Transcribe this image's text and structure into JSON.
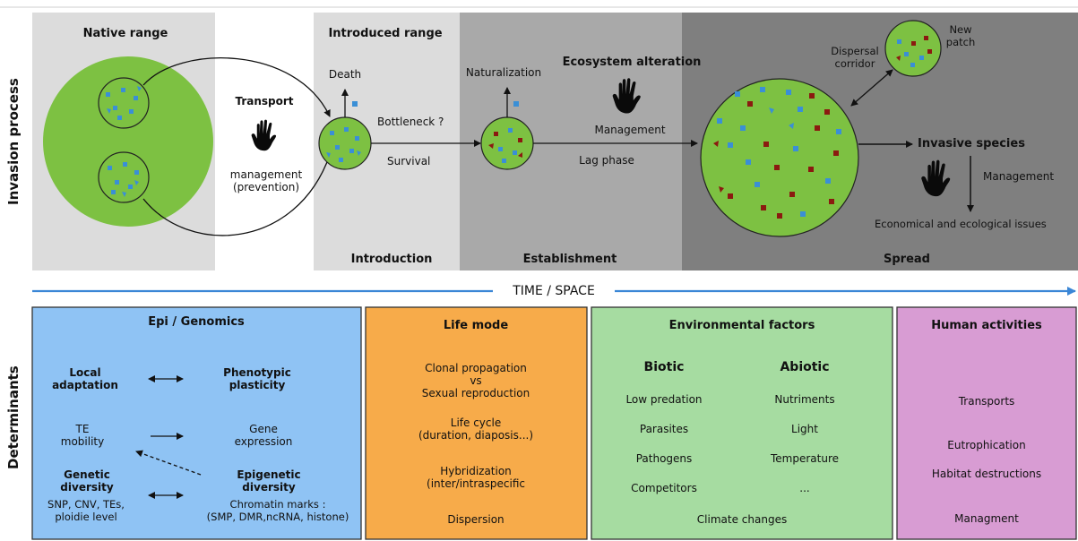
{
  "process": {
    "label": "Invasion process",
    "native_range": "Native range",
    "introduced_range": "Introduced range",
    "transport": "Transport",
    "transport_management": "management\n(prevention)",
    "death": "Death",
    "bottleneck": "Bottleneck ?",
    "survival": "Survival",
    "naturalization": "Naturalization",
    "ecosystem_alteration": "Ecosystem alteration",
    "management": "Management",
    "lag_phase": "Lag phase",
    "dispersal_corridor": "Dispersal\ncorridor",
    "new_patch": "New\npatch",
    "invasive_species": "Invasive species",
    "management_right": "Management",
    "issues": "Economical and ecological issues",
    "stage_introduction": "Introduction",
    "stage_establishment": "Establishment",
    "stage_spread": "Spread"
  },
  "timeline": {
    "label": "TIME / SPACE"
  },
  "determinants": {
    "label": "Determinants",
    "epi": {
      "title": "Epi / Genomics",
      "local_adaptation": "Local\nadaptation",
      "phenotypic_plasticity": "Phenotypic\nplasticity",
      "te_mobility": "TE\nmobility",
      "gene_expression": "Gene\nexpression",
      "genetic_diversity": "Genetic\ndiversity",
      "genetic_detail": "SNP, CNV, TEs,\nploidie level",
      "epigenetic_diversity": "Epigenetic\ndiversity",
      "epigenetic_detail": "Chromatin marks :\n(SMP, DMR,ncRNA, histone)"
    },
    "life": {
      "title": "Life mode",
      "items": [
        "Clonal propagation\nvs\nSexual reproduction",
        "Life cycle\n(duration, diaposis...)",
        "Hybridization\n(inter/intraspecific",
        "Dispersion"
      ]
    },
    "env": {
      "title": "Environmental factors",
      "biotic_title": "Biotic",
      "abiotic_title": "Abiotic",
      "biotic": [
        "Low predation",
        "Parasites",
        "Pathogens",
        "Competitors"
      ],
      "abiotic": [
        "Nutriments",
        "Light",
        "Temperature",
        "..."
      ],
      "climate": "Climate changes"
    },
    "human": {
      "title": "Human activities",
      "items": [
        "Transports",
        "Eutrophication",
        "Habitat destructions",
        "Managment"
      ]
    }
  },
  "colors": {
    "green": "#7dc142",
    "blue_marker": "#3a8fd6",
    "red_marker": "#8b1a10",
    "epi_bg": "#8fc3f4",
    "life_bg": "#f7ab4a",
    "env_bg": "#a6dca1",
    "human_bg": "#d89cd3",
    "timeline": "#3a86d6"
  },
  "icons": [
    "hand-icon"
  ]
}
